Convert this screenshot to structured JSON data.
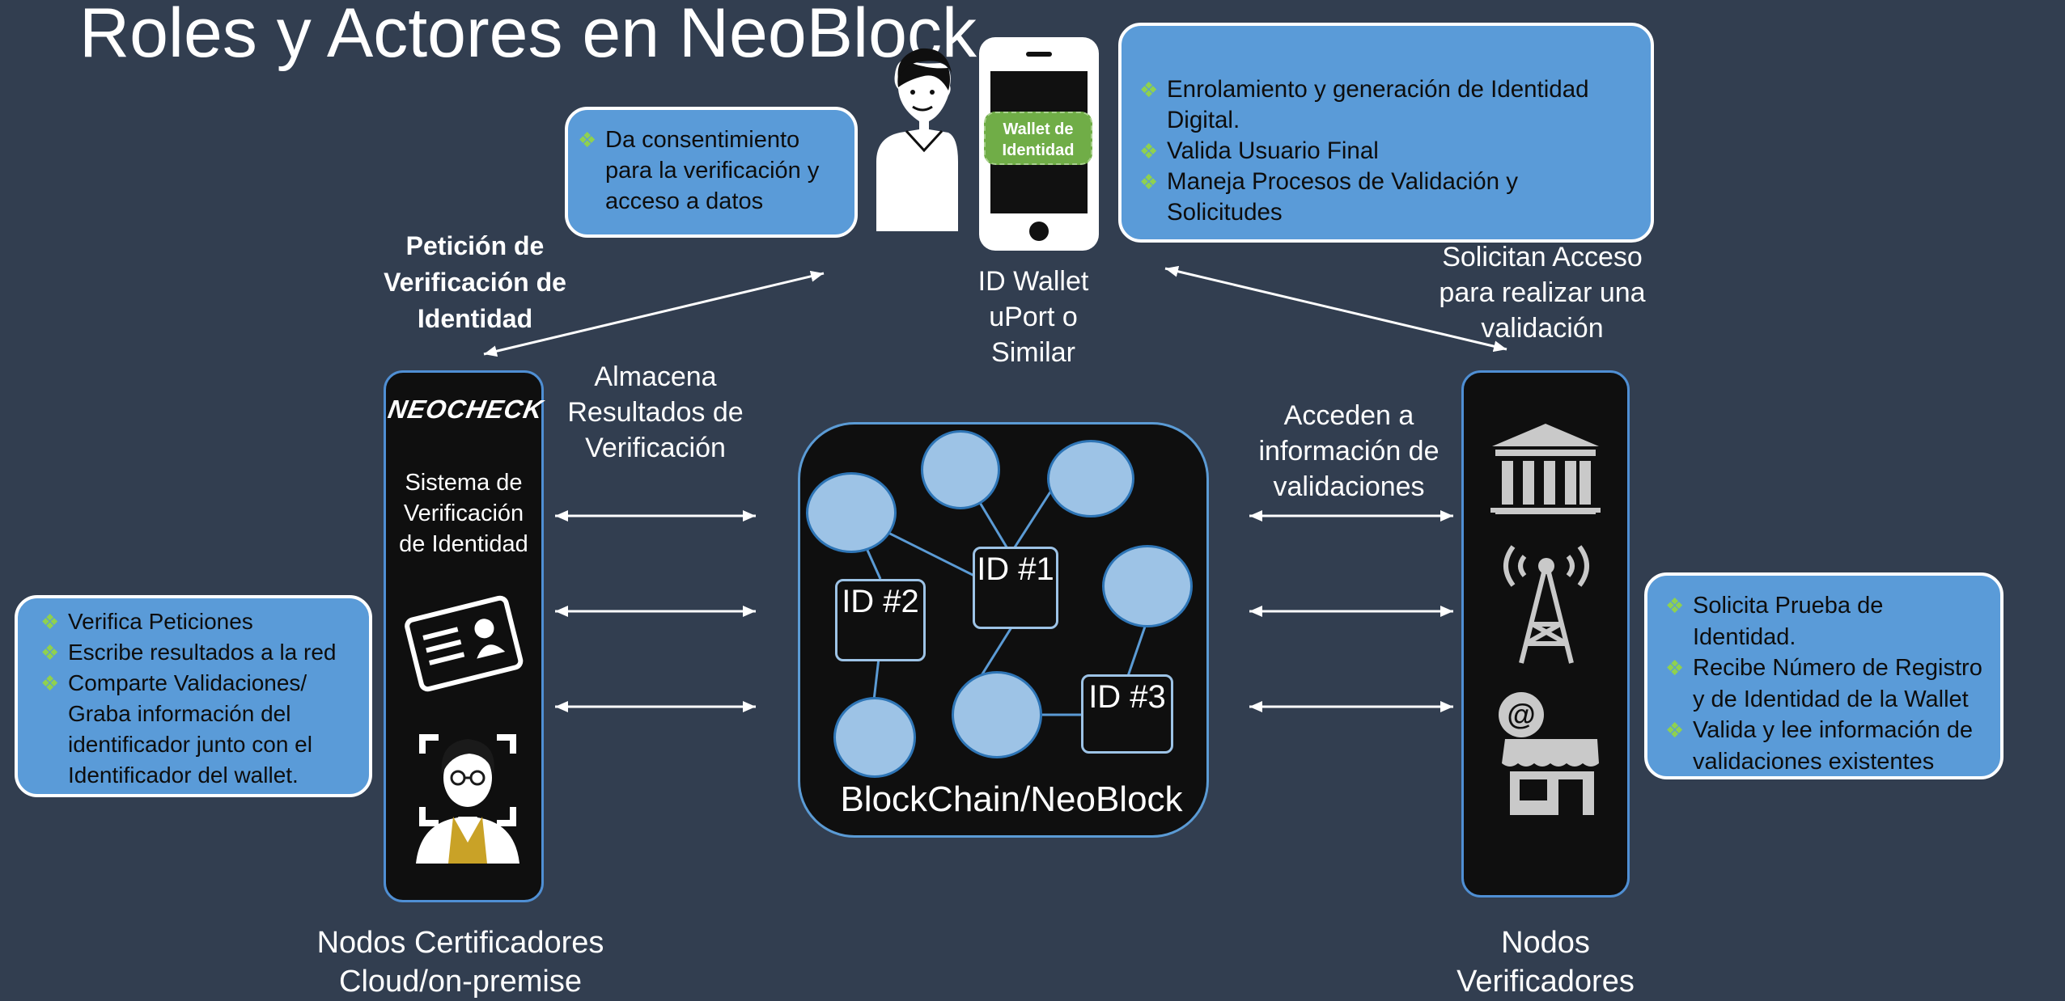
{
  "title": "Roles y Actores en NeoBlock",
  "callouts": {
    "user": [
      "Da consentimiento para la verificación y acceso a datos"
    ],
    "wallet_app": [
      "Enrolamiento y generación de Identidad Digital.",
      "Valida Usuario Final",
      "Maneja Procesos de Validación y Solicitudes"
    ],
    "certifiers": [
      "Verifica Peticiones",
      "Escribe resultados a la red",
      "Comparte Validaciones/ Graba información del identificador junto con el Identificador del wallet."
    ],
    "verifiers": [
      "Solicita Prueba de Identidad.",
      "Recibe Número de Registro y de Identidad de la Wallet",
      "Valida y lee información de validaciones existentes"
    ]
  },
  "phone": {
    "wallet_badge": "Wallet de Identidad",
    "label": "ID Wallet uPort o Similar"
  },
  "labels": {
    "peticion": "Petición de Verificación de Identidad",
    "solicitan": "Solicitan Acceso para realizar una validación",
    "almacena": "Almacena Resultados de Verificación",
    "acceden": "Acceden a información de validaciones",
    "certificadores": "Nodos Certificadores Cloud/on-premise",
    "verificadores": "Nodos Verificadores"
  },
  "neocheck": {
    "logo": "NEOCHECK",
    "system": "Sistema de Verificación de Identidad"
  },
  "blockchain": {
    "label": "BlockChain/NeoBlock",
    "ids": [
      "ID #1",
      "ID #2",
      "ID #3"
    ]
  },
  "icons": [
    "person-icon",
    "phone-icon",
    "id-card-icon",
    "face-scan-icon",
    "bank-icon",
    "antenna-icon",
    "shop-icon"
  ],
  "colors": {
    "background": "#323e50",
    "callout": "#5a9bd8",
    "bullet": "#8fd14f",
    "node_circle": "#9dc3e6",
    "badge": "#70ad47"
  }
}
